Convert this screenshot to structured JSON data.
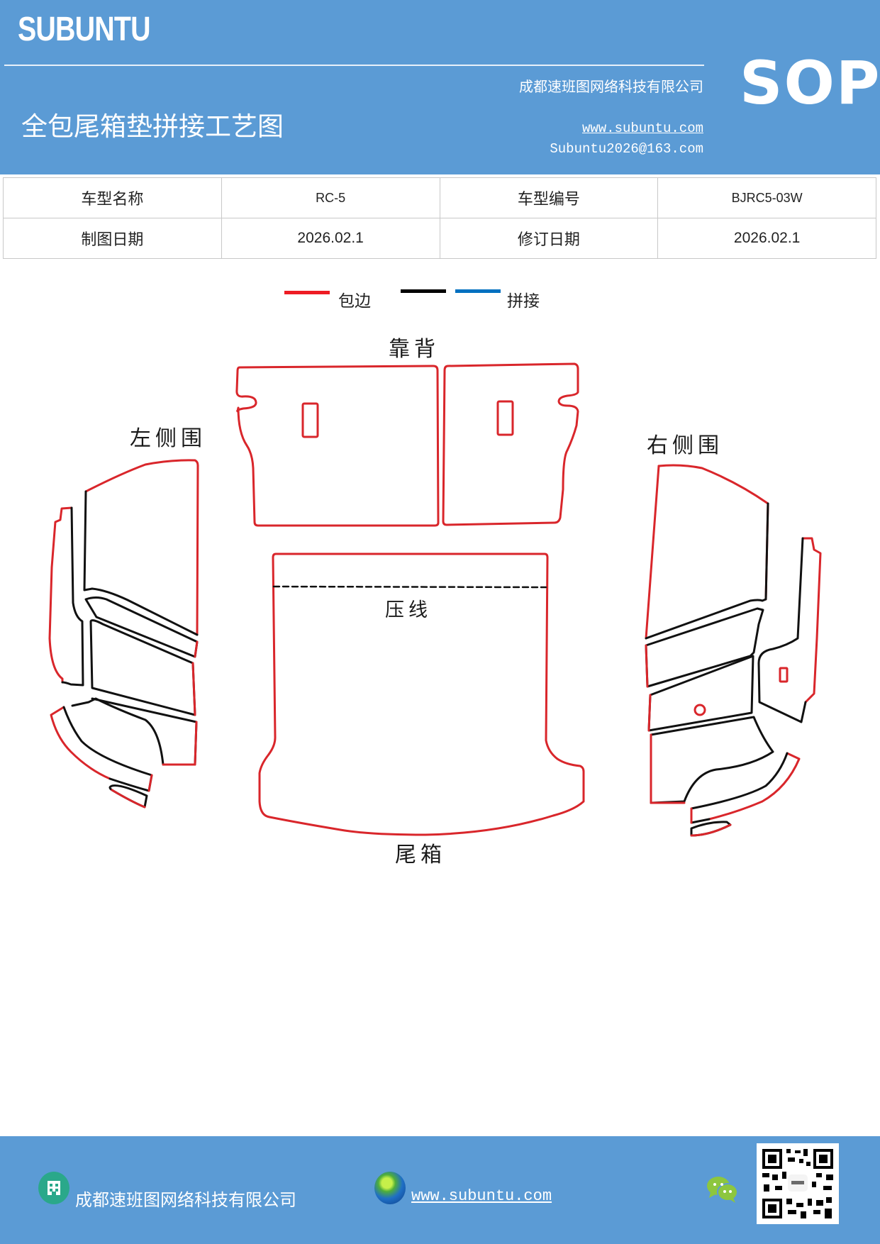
{
  "header": {
    "brand": "SUBUNTU",
    "title": "全包尾箱垫拼接工艺图",
    "company": "成都速班图网络科技有限公司",
    "website": "www.subuntu.com",
    "email": "Subuntu2026@163.com",
    "doc_type": "SOP",
    "bg_color": "#5b9bd5"
  },
  "info_table": {
    "rows": [
      {
        "label1": "车型名称",
        "value1": "RC-5",
        "label2": "车型编号",
        "value2": "BJRC5-03W"
      },
      {
        "label1": "制图日期",
        "value1": "2026.02.1",
        "label2": "修订日期",
        "value2": "2026.02.1"
      }
    ]
  },
  "legend": {
    "items": [
      {
        "color": "#ee1c24",
        "label": "包边"
      },
      {
        "color": "#000000",
        "label": ""
      },
      {
        "color": "#0070c0",
        "label": "拼接"
      }
    ]
  },
  "diagram": {
    "labels": {
      "backrest": "靠背",
      "left_side": "左侧围",
      "right_side": "右侧围",
      "press_line": "压线",
      "trunk": "尾箱"
    },
    "edge_color": "#d9262b",
    "seam_color": "#111111"
  },
  "footer": {
    "company": "成都速班图网络科技有限公司",
    "website": "www.subuntu.com",
    "icons": [
      "building-icon",
      "globe-icon",
      "wechat-icon",
      "qr-code"
    ]
  }
}
